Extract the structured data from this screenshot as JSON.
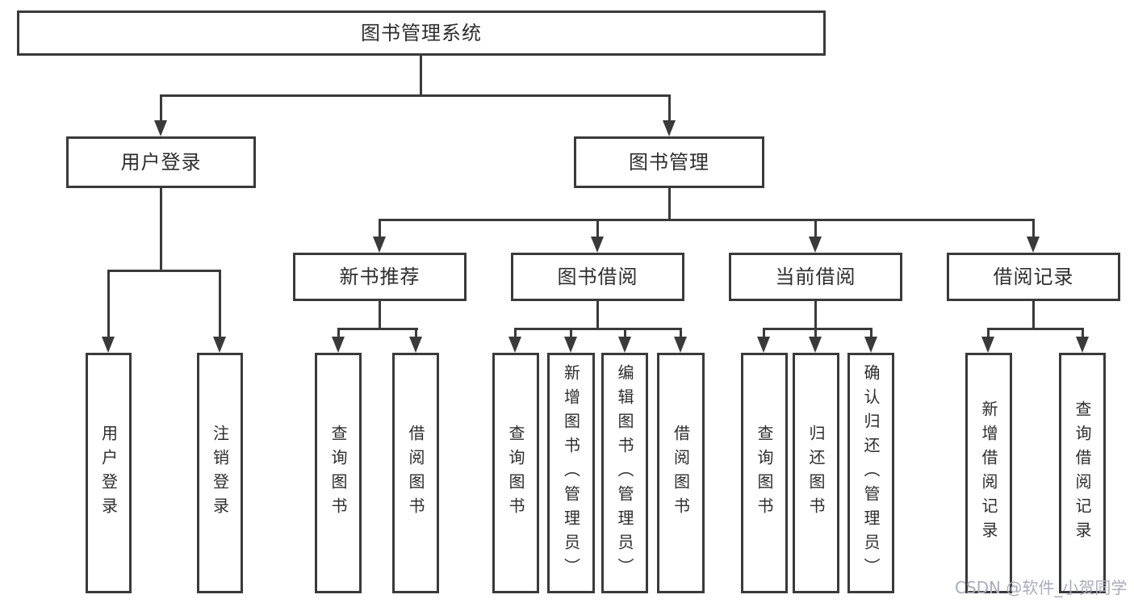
{
  "tree": {
    "root": {
      "label": "图书管理系统"
    },
    "branches": [
      {
        "label": "用户登录",
        "children": [
          {
            "label": "用户登录"
          },
          {
            "label": "注销登录"
          }
        ]
      },
      {
        "label": "图书管理",
        "children": [
          {
            "label": "新书推荐",
            "children": [
              {
                "label": "查询图书"
              },
              {
                "label": "借阅图书"
              }
            ]
          },
          {
            "label": "图书借阅",
            "children": [
              {
                "label": "查询图书"
              },
              {
                "label": "新增图书（管理员）"
              },
              {
                "label": "编辑图书（管理员）"
              },
              {
                "label": "借阅图书"
              }
            ]
          },
          {
            "label": "当前借阅",
            "children": [
              {
                "label": "查询图书"
              },
              {
                "label": "归还图书"
              },
              {
                "label": "确认归还（管理员）"
              }
            ]
          },
          {
            "label": "借阅记录",
            "children": [
              {
                "label": "新增借阅记录"
              },
              {
                "label": "查询借阅记录"
              }
            ]
          }
        ]
      }
    ]
  },
  "watermark": {
    "text": "CSDN @软件_小贺同学"
  },
  "colors": {
    "line": "#3a3a3a",
    "box_background": "#ffffff",
    "text": "#2d2d2d",
    "watermark": "#a8adbb"
  }
}
